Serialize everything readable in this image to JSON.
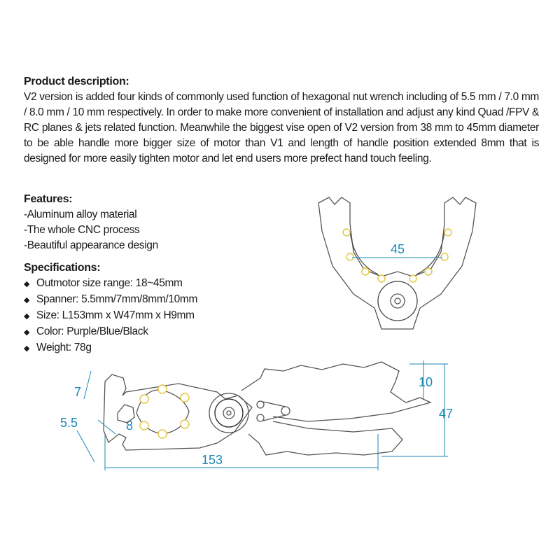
{
  "description": {
    "heading": "Product description:",
    "text": "V2 version is added four kinds of commonly used function of hexagonal nut wrench including of 5.5 mm / 7.0 mm / 8.0 mm / 10 mm respectively. In order to make more convenient of installation and adjust any kind Quad /FPV & RC planes & jets related function. Meanwhile the biggest vise open of V2 version from 38 mm to 45mm diameter to be able handle more bigger size of motor than V1 and length of handle position extended   8mm that is designed for more easily tighten motor and let end users more prefect hand touch feeling."
  },
  "features": {
    "heading": "Features:",
    "items": [
      "-Aluminum alloy material",
      "-The whole CNC process",
      "-Beautiful appearance design"
    ]
  },
  "specifications": {
    "heading": "Specifications:",
    "bullet_icon": "diamond",
    "items": [
      "Outmotor size range: 18~45mm",
      "Spanner: 5.5mm/7mm/8mm/10mm",
      "Size: L153mm x W47mm x H9mm",
      "Color: Purple/Blue/Black",
      "Weight: 78g"
    ]
  },
  "diagram": {
    "dim_color": "#1a87b5",
    "open_width": "45",
    "labels": {
      "d7": "7",
      "d55": "5.5",
      "d8": "8",
      "d10": "10",
      "d47": "47",
      "d153": "153"
    }
  }
}
